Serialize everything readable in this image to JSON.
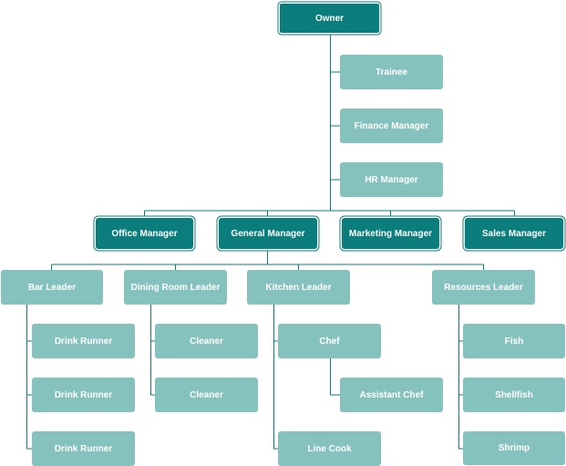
{
  "colors": {
    "dark_node": "#0b7d7d",
    "light_node": "#86c2bd",
    "connector": "#0b7d7d"
  },
  "org_chart": {
    "owner": "Owner",
    "direct_staff": [
      "Trainee",
      "Finance Manager",
      "HR Manager"
    ],
    "managers": [
      "Office Manager",
      "General Manager",
      "Marketing Manager",
      "Sales Manager"
    ],
    "leaders": [
      "Bar Leader",
      "Dining Room Leader",
      "Kitchen Leader",
      "Resources Leader"
    ],
    "bar_team": [
      "Drink Runner",
      "Drink Runner",
      "Drink Runner"
    ],
    "dining_team": [
      "Cleaner",
      "Cleaner"
    ],
    "kitchen_team": {
      "chef": "Chef",
      "chef_assistant": "Assistant Chef",
      "line_cook": "Line Cook"
    },
    "resources_team": [
      "Fish",
      "Shellfish",
      "Shrimp"
    ]
  }
}
